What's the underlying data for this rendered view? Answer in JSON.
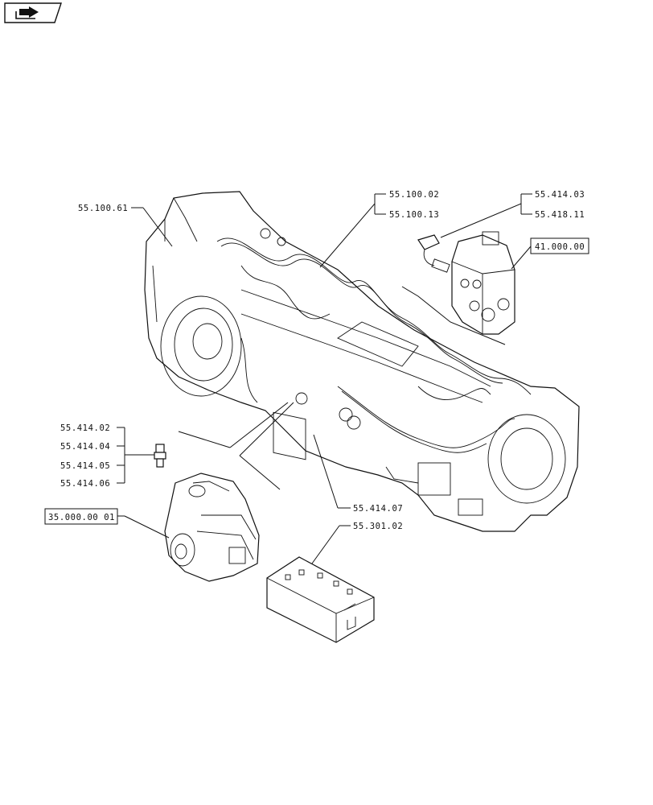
{
  "nav": {
    "icon": "next-page-arrow-icon"
  },
  "callouts": {
    "c_55_100_61": "55.100.61",
    "c_55_100_02": "55.100.02",
    "c_55_100_13": "55.100.13",
    "c_55_414_03": "55.414.03",
    "c_55_418_11": "55.418.11",
    "c_41_000_00": "41.000.00",
    "c_55_414_02": "55.414.02",
    "c_55_414_04": "55.414.04",
    "c_55_414_05": "55.414.05",
    "c_55_414_06": "55.414.06",
    "c_35_000_00_01": "35.000.00 01",
    "c_55_414_07": "55.414.07",
    "c_55_301_02": "55.301.02"
  }
}
